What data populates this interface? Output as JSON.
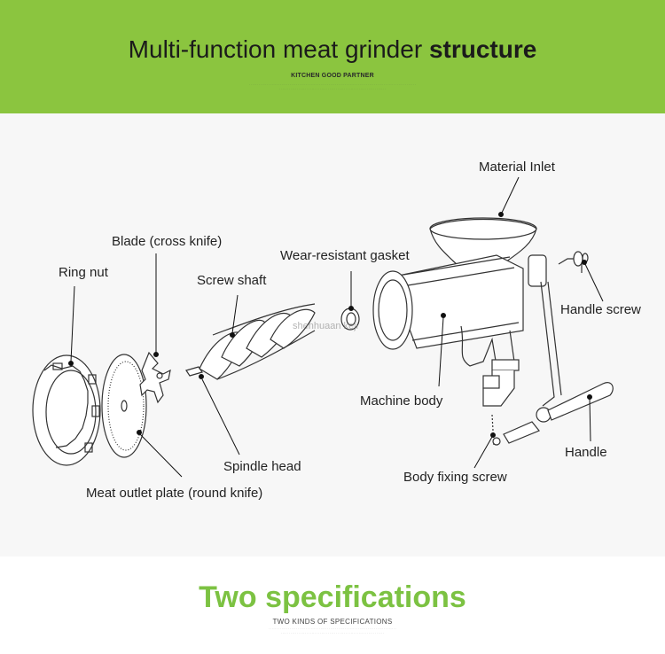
{
  "header": {
    "title_regular": "Multi-function meat grinder",
    "title_bold": "structure",
    "subtitle": "KITCHEN GOOD PARTNER",
    "bg_color": "#8bc53f"
  },
  "labels": {
    "material_inlet": "Material Inlet",
    "blade": "Blade (cross knife)",
    "wear_gasket": "Wear-resistant gasket",
    "ring_nut": "Ring nut",
    "screw_shaft": "Screw shaft",
    "handle_screw": "Handle screw",
    "machine_body": "Machine body",
    "handle": "Handle",
    "spindle_head": "Spindle head",
    "body_fixing_screw": "Body fixing screw",
    "meat_outlet_plate": "Meat outlet plate (round knife)"
  },
  "watermark": "shenhuaan keji",
  "section": {
    "title": "Two specifications",
    "subtitle": "TWO KINDS OF SPECIFICATIONS",
    "title_color": "#7cc242"
  }
}
